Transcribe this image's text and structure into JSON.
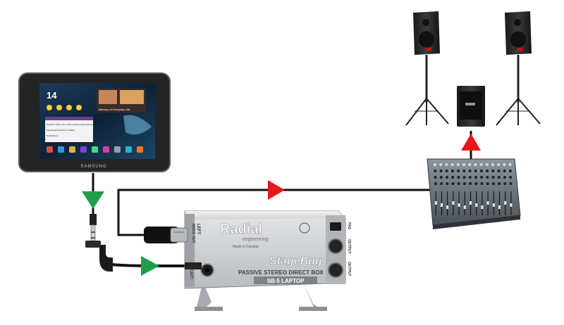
{
  "tablet": {
    "brand": "SAMSUNG",
    "clock": "14",
    "widget_title": "Memory of Everyday Life",
    "list_items": [
      "GALAXY TAB 2 10.1 offers optimal multimedia experience",
      "Samsung's Android 4.0 Tablet",
      "Notifications"
    ]
  },
  "di_box": {
    "logo": "Radial",
    "logo_sub": "engineering",
    "made_in": "Made in Canada",
    "product_name": "StageBug",
    "description": "PASSIVE STEREO DIRECT BOX",
    "model": "SB-5 LAPTOP",
    "jack_left_top": "LEFT",
    "jack_left_top_2": "MONO OUT",
    "jack_left_bottom": "LEFT",
    "jack_right_top": "PAD",
    "jack_right_mid": "OUTPUT",
    "jack_right_bottom": "OUTPUT"
  },
  "colors": {
    "signal_green": "#1f9e4a",
    "signal_red": "#e8161d",
    "cable": "#111111"
  }
}
